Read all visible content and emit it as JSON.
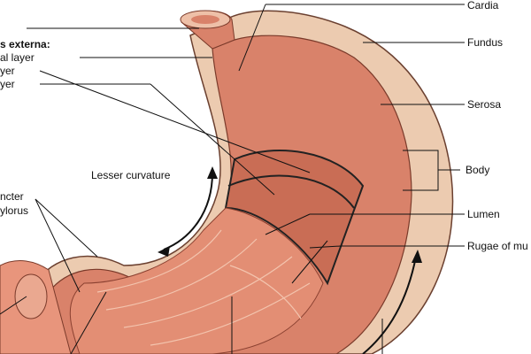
{
  "labels": {
    "externa_heading": "s externa:",
    "longitudinal_layer": "al layer",
    "circular_layer": "yer",
    "oblique_layer": "yer",
    "lesser_curvature": "Lesser curvature",
    "sphincter": "ncter",
    "pylorus": "ylorus",
    "cardia": "Cardia",
    "fundus": "Fundus",
    "serosa": "Serosa",
    "body": "Body",
    "lumen": "Lumen",
    "rugae": "Rugae of mu"
  },
  "colors": {
    "serosa": "#eccbb0",
    "muscle": "#d9826a",
    "muscle_dark": "#b85a45",
    "lumen": "#e8957c",
    "line": "#111111"
  }
}
